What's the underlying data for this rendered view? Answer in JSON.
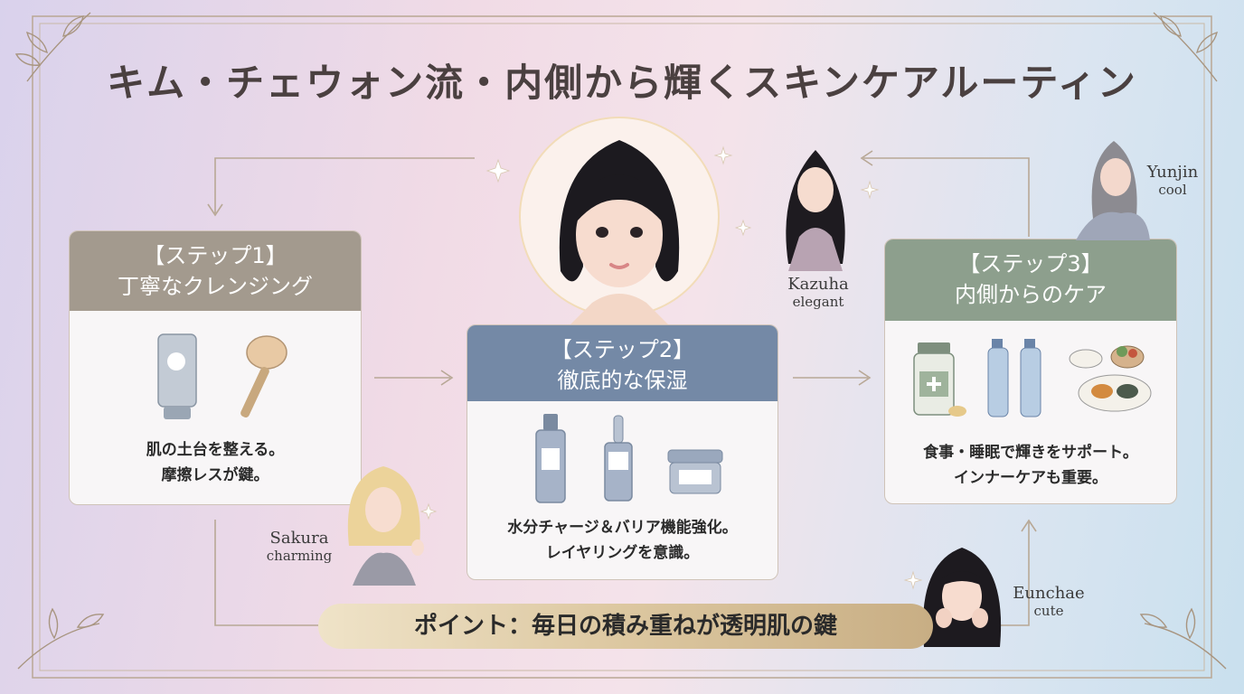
{
  "title": "キム・チェウォン流・内側から輝くスキンケアルーティン",
  "steps": [
    {
      "label": "【ステップ1】",
      "heading": "丁寧なクレンジング",
      "desc_line1": "肌の土台を整える。",
      "desc_line2": "摩擦レスが鍵。",
      "header_color": "#a39a8e",
      "icons": [
        "cleansing-foam-tube-icon",
        "face-brush-icon"
      ]
    },
    {
      "label": "【ステップ2】",
      "heading": "徹底的な保湿",
      "desc_line1": "水分チャージ＆バリア機能強化。",
      "desc_line2": "レイヤリングを意識。",
      "header_color": "#7489a6",
      "icons": [
        "toner-bottle-icon",
        "serum-dropper-bottle-icon",
        "cream-jar-icon"
      ]
    },
    {
      "label": "【ステップ3】",
      "heading": "内側からのケア",
      "desc_line1": "食事・睡眠で輝きをサポート。",
      "desc_line2": "インナーケアも重要。",
      "header_color": "#8d9f8d",
      "icons": [
        "supplement-bottle-icon",
        "water-bottles-icon",
        "healthy-meal-icon"
      ]
    }
  ],
  "members": [
    {
      "name": "Kazuha",
      "tag": "elegant"
    },
    {
      "name": "Yunjin",
      "tag": "cool"
    },
    {
      "name": "Sakura",
      "tag": "charming"
    },
    {
      "name": "Eunchae",
      "tag": "cute"
    }
  ],
  "point": "ポイント：毎日の積み重ねが透明肌の鍵",
  "colors": {
    "title": "#4a4040",
    "frame": "#b9a794",
    "arrow": "#b8a896",
    "point_gold": "#d4bd94"
  }
}
